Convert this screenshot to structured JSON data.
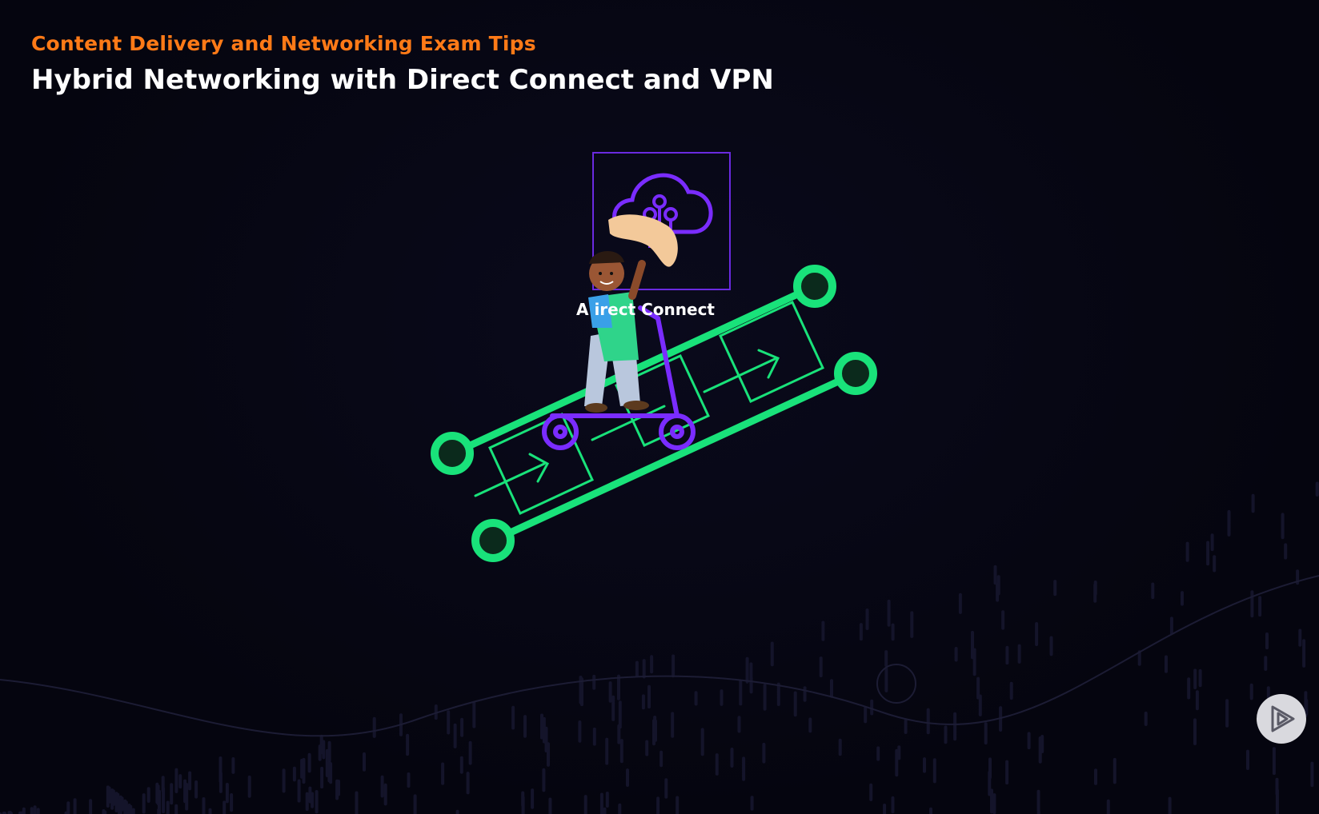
{
  "header": {
    "subtitle": "Content Delivery and Networking Exam Tips",
    "title": "Hybrid Networking with Direct Connect and VPN"
  },
  "illustration": {
    "service_label": "A     irect Connect",
    "service_icon": "cloud-network-icon",
    "figure": "person-on-scooter",
    "road": "direct-connection-lanes",
    "colors": {
      "accent_green": "#19e27a",
      "accent_purple": "#7a2cff",
      "subtitle_orange": "#ff7a17"
    }
  },
  "player": {
    "logo_icon": "play-logo-icon"
  }
}
